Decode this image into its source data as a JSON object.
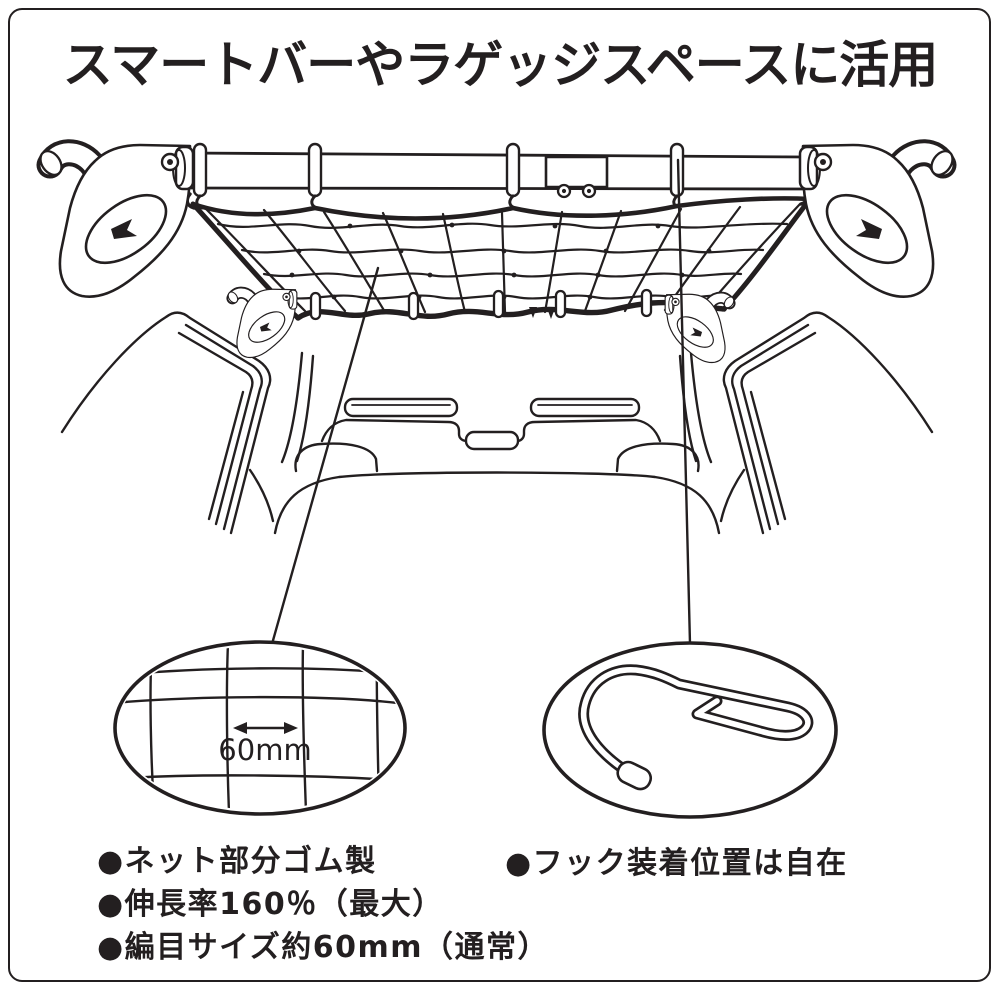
{
  "colors": {
    "ink": "#231f20",
    "paper": "#ffffff"
  },
  "header": {
    "title": "スマートバーやラゲッジスペースに活用"
  },
  "figure": {
    "subject": "cargo-net-on-smart-bar",
    "mesh_dimension": "60mm"
  },
  "specs": {
    "left": [
      "●ネット部分ゴム製",
      "●伸長率160％（最大）",
      "●編目サイズ約60mm（通常）"
    ],
    "right": [
      "●フック装着位置は自在"
    ]
  }
}
